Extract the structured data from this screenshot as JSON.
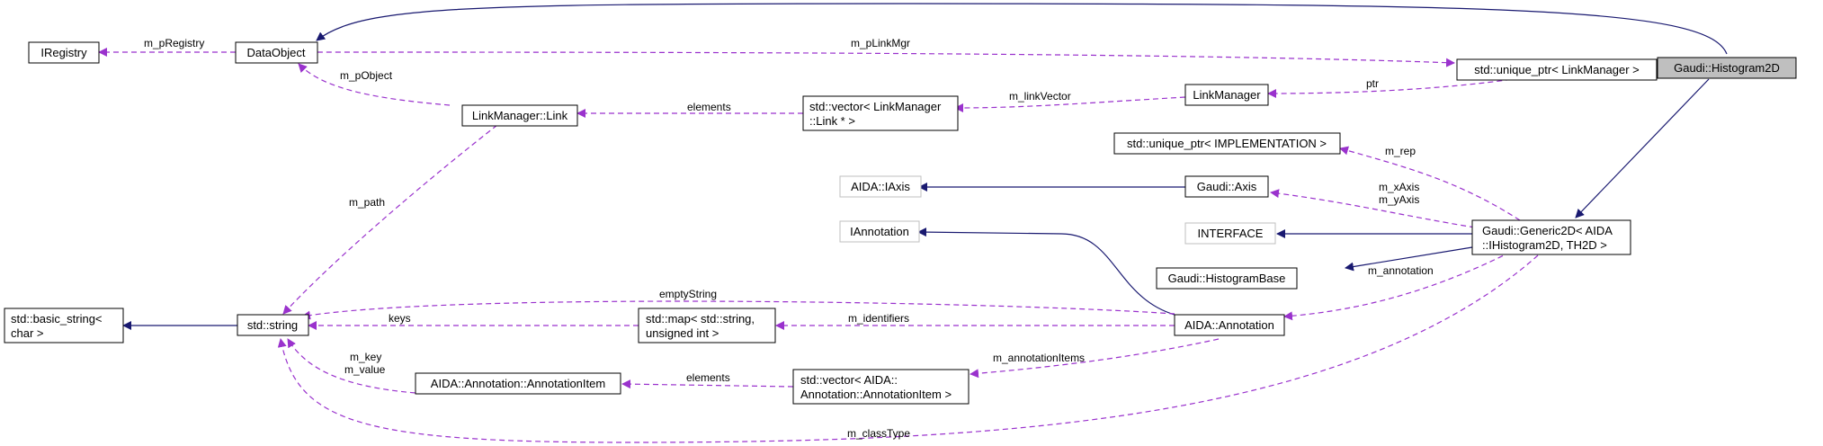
{
  "diagram": {
    "nodes": {
      "histogram2d": {
        "lines": [
          "Gaudi::Histogram2D"
        ]
      },
      "iregistry": {
        "lines": [
          "IRegistry"
        ]
      },
      "dataobject": {
        "lines": [
          "DataObject"
        ]
      },
      "uptr_linkmanager": {
        "lines": [
          "std::unique_ptr< LinkManager >"
        ]
      },
      "linkmanager": {
        "lines": [
          "LinkManager"
        ]
      },
      "linkmanager_link": {
        "lines": [
          "LinkManager::Link"
        ]
      },
      "vector_link": {
        "lines": [
          "std::vector< LinkManager",
          "::Link * >"
        ]
      },
      "uptr_impl": {
        "lines": [
          "std::unique_ptr< IMPLEMENTATION >"
        ]
      },
      "aida_iaxis": {
        "lines": [
          "AIDA::IAxis"
        ]
      },
      "gaudi_axis": {
        "lines": [
          "Gaudi::Axis"
        ]
      },
      "iannotation": {
        "lines": [
          "IAnnotation"
        ]
      },
      "interface": {
        "lines": [
          "INTERFACE"
        ]
      },
      "generic2d": {
        "lines": [
          "Gaudi::Generic2D< AIDA",
          "::IHistogram2D, TH2D >"
        ]
      },
      "histogrambase": {
        "lines": [
          "Gaudi::HistogramBase"
        ]
      },
      "basic_string": {
        "lines": [
          "std::basic_string<",
          "char >"
        ]
      },
      "std_string": {
        "lines": [
          "std::string"
        ]
      },
      "std_map": {
        "lines": [
          "std::map< std::string,",
          "unsigned int >"
        ]
      },
      "aida_annotation": {
        "lines": [
          "AIDA::Annotation"
        ]
      },
      "annotation_item": {
        "lines": [
          "AIDA::Annotation::AnnotationItem"
        ]
      },
      "vector_item": {
        "lines": [
          "std::vector< AIDA::",
          "Annotation::AnnotationItem >"
        ]
      }
    },
    "edge_labels": {
      "m_pRegistry": "m_pRegistry",
      "m_pLinkMgr": "m_pLinkMgr",
      "ptr": "ptr",
      "m_pObject": "m_pObject",
      "elements_link": "elements",
      "m_linkVector": "m_linkVector",
      "m_rep": "m_rep",
      "m_path": "m_path",
      "m_xAxis": "m_xAxis",
      "m_yAxis": "m_yAxis",
      "m_annotation": "m_annotation",
      "emptyString": "emptyString",
      "keys": "keys",
      "m_identifiers": "m_identifiers",
      "m_key": "m_key",
      "m_value": "m_value",
      "m_annotationItems": "m_annotationItems",
      "elements_item": "elements",
      "m_classType": "m_classType"
    },
    "colors": {
      "inheritance": "#191970",
      "usage": "#9a32cd",
      "node_border": "#000000",
      "external_border": "#bfbfbf",
      "highlight_fill": "#bfbfbf"
    }
  }
}
